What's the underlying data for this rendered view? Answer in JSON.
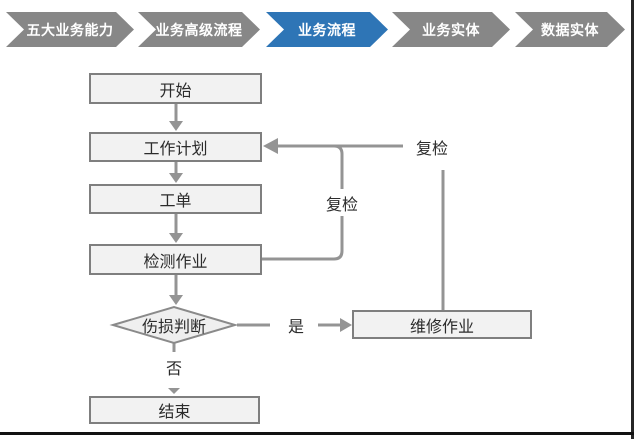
{
  "breadcrumb": {
    "items": [
      {
        "label": "五大业务能力",
        "active": false
      },
      {
        "label": "业务高级流程",
        "active": false
      },
      {
        "label": "业务流程",
        "active": true
      },
      {
        "label": "业务实体",
        "active": false
      },
      {
        "label": "数据实体",
        "active": false
      }
    ],
    "colors": {
      "active": "#2E75B6",
      "inactive": "#878787",
      "text": "#FFFFFF"
    }
  },
  "flowchart": {
    "nodes": [
      {
        "id": "start",
        "label": "开始",
        "type": "process"
      },
      {
        "id": "work-plan",
        "label": "工作计划",
        "type": "process"
      },
      {
        "id": "work-order",
        "label": "工单",
        "type": "process"
      },
      {
        "id": "inspection",
        "label": "检测作业",
        "type": "process"
      },
      {
        "id": "damage-decision",
        "label": "伤损判断",
        "type": "decision"
      },
      {
        "id": "repair",
        "label": "维修作业",
        "type": "process"
      },
      {
        "id": "end",
        "label": "结束",
        "type": "process"
      }
    ],
    "edge_labels": {
      "recheck_loop": "复检",
      "recheck_repair": "复检",
      "yes": "是",
      "no": "否"
    },
    "colors": {
      "node_fill": "#F2F2F2",
      "node_border": "#7F7F7F",
      "connector": "#949494",
      "text": "#2B2B2B"
    }
  }
}
